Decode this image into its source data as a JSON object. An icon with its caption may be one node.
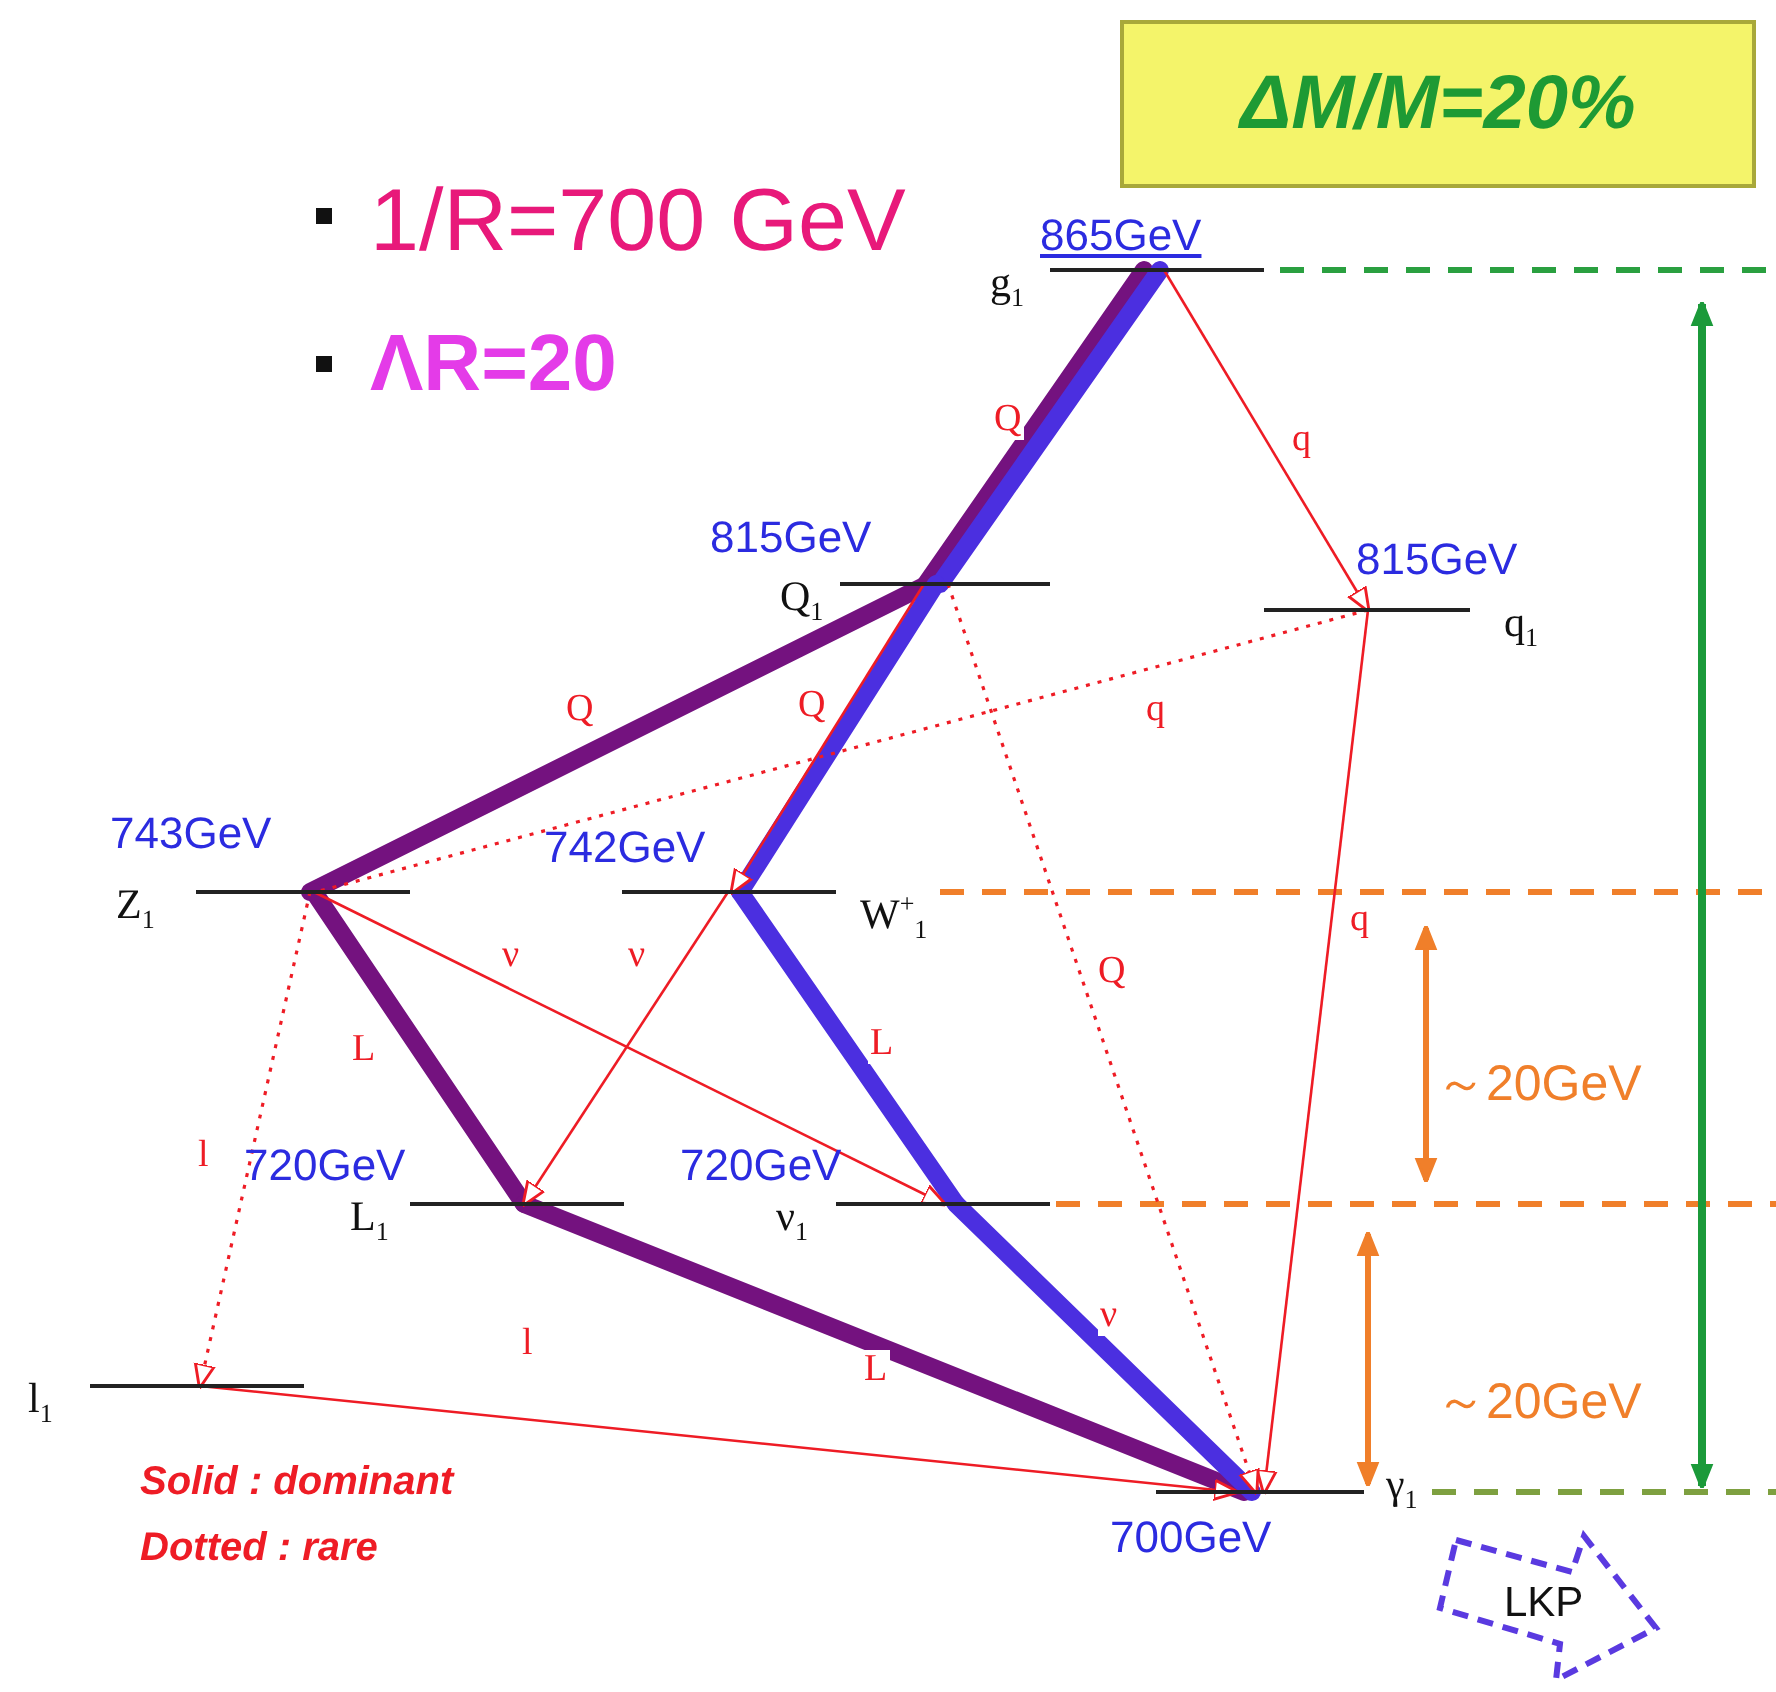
{
  "diagram": {
    "nodes": [
      {
        "text": [
          "865GeV",
          "g$_{1}$"
        ]
      },
      {
        "text": [
          "815GeV",
          "Q$_{1}$"
        ]
      },
      {
        "text": [
          "815GeV",
          "q$_{1}$"
        ]
      },
      {
        "text": [
          "743GeV",
          "Z$_{1}$"
        ]
      },
      {
        "text": [
          "742GeV",
          "W$^{+}$$_{1}$"
        ]
      },
      {
        "text": [
          "720GeV",
          "L$_{1}$"
        ]
      },
      {
        "text": [
          "720GeV",
          "ν$_{1}$"
        ]
      },
      {
        "text": [
          "l$_{1}$"
        ]
      },
      {
        "text": [
          "700GeV",
          "γ$_{1}$"
        ]
      },
      {
        "text": [
          "LKP"
        ]
      },
      {
        "text": [
          "ΔM/M=20%"
        ]
      }
    ],
    "edges": [
      {
        "from": 0,
        "to": 1,
        "arrow": "none",
        "label": "Q",
        "style": "thick",
        "color": "#74127f"
      },
      {
        "from": 0,
        "to": 1,
        "arrow": "none",
        "style": "thick",
        "color": "#4b2fe0"
      },
      {
        "from": 1,
        "to": 3,
        "arrow": "none",
        "label": "Q",
        "style": "thick",
        "color": "#74127f"
      },
      {
        "from": 1,
        "to": 4,
        "arrow": "none",
        "style": "thick",
        "color": "#4b2fe0"
      },
      {
        "from": 3,
        "to": 5,
        "arrow": "none",
        "label": "L",
        "style": "thick",
        "color": "#74127f"
      },
      {
        "from": 4,
        "to": 6,
        "arrow": "none",
        "label": "L",
        "style": "thick",
        "color": "#4b2fe0"
      },
      {
        "from": 5,
        "to": 8,
        "arrow": "none",
        "label": "L",
        "style": "thick",
        "color": "#74127f"
      },
      {
        "from": 6,
        "to": 8,
        "arrow": "none",
        "label": "ν",
        "style": "thick",
        "color": "#4b2fe0"
      },
      {
        "from": 1,
        "to": 4,
        "arrow": "to",
        "label": "Q"
      },
      {
        "from": 3,
        "to": 6,
        "arrow": "to",
        "label": "ν"
      },
      {
        "from": 4,
        "to": 5,
        "arrow": "to",
        "label": "ν"
      },
      {
        "from": 0,
        "to": 2,
        "arrow": "to",
        "label": "q"
      },
      {
        "from": 2,
        "to": 8,
        "arrow": "to",
        "label": "q"
      },
      {
        "from": 7,
        "to": 8,
        "arrow": "to",
        "label": "l"
      },
      {
        "from": 1,
        "to": 8,
        "arrow": "to",
        "label": "Q",
        "style": "dashed"
      },
      {
        "from": 2,
        "to": 3,
        "arrow": "none",
        "label": "q",
        "style": "dashed"
      },
      {
        "from": 3,
        "to": 7,
        "arrow": "to",
        "label": "l",
        "style": "dashed"
      }
    ],
    "labels": [
      "1/R=700 GeV",
      "ΛR=20",
      "～20GeV",
      "～20GeV",
      "Solid : dominant",
      "Dotted : rare"
    ]
  }
}
